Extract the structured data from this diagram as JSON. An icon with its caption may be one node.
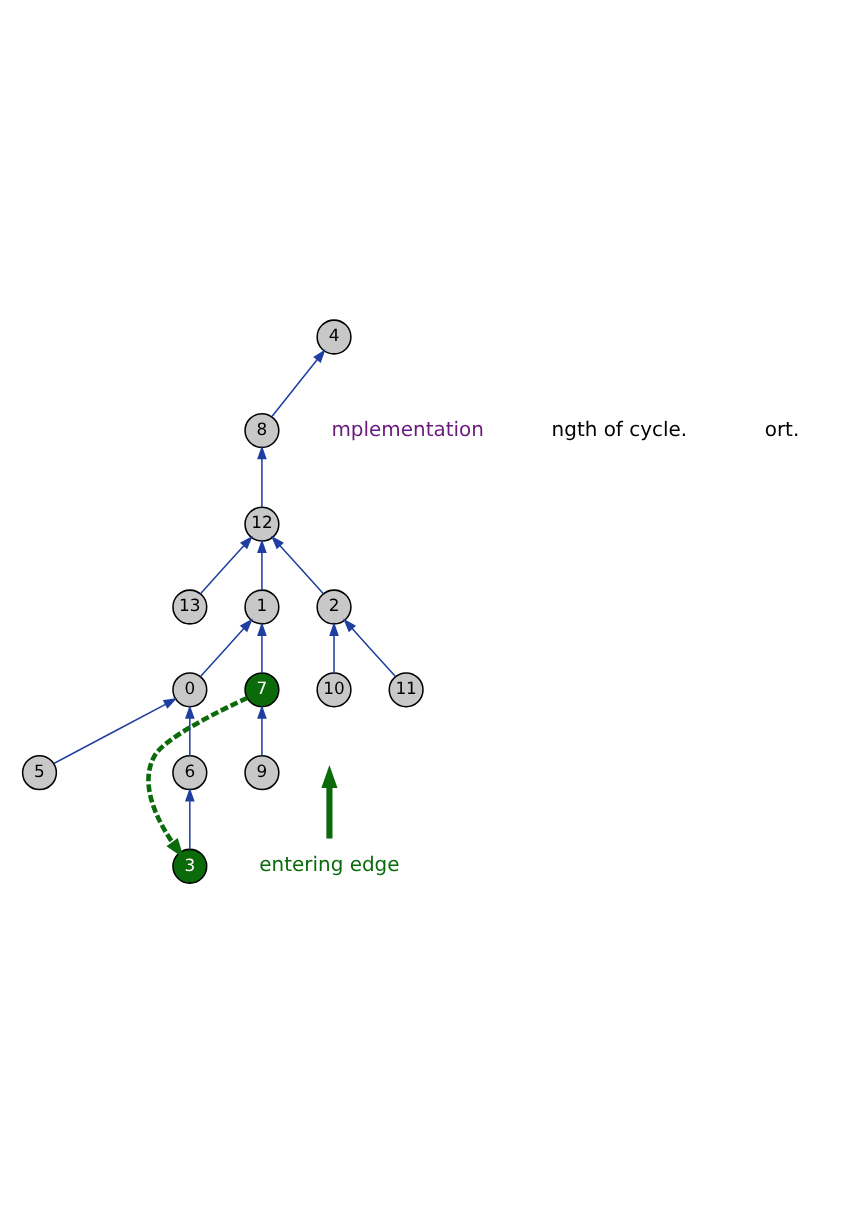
{
  "diagram": {
    "nodes": [
      {
        "text": [
          "4"
        ]
      },
      {
        "text": [
          "8"
        ]
      },
      {
        "text": [
          "12"
        ]
      },
      {
        "text": [
          "13"
        ]
      },
      {
        "text": [
          "1"
        ]
      },
      {
        "text": [
          "2"
        ]
      },
      {
        "text": [
          "0"
        ]
      },
      {
        "text": [
          "7"
        ]
      },
      {
        "text": [
          "10"
        ]
      },
      {
        "text": [
          "11"
        ]
      },
      {
        "text": [
          "5"
        ]
      },
      {
        "text": [
          "6"
        ]
      },
      {
        "text": [
          "9"
        ]
      },
      {
        "text": [
          "3"
        ]
      },
      {
        "text": [
          "entering edge"
        ]
      }
    ],
    "edges": [
      {
        "from": 1,
        "to": 0,
        "arrow": "to"
      },
      {
        "from": 2,
        "to": 1,
        "arrow": "to"
      },
      {
        "from": 3,
        "to": 2,
        "arrow": "to"
      },
      {
        "from": 4,
        "to": 2,
        "arrow": "to"
      },
      {
        "from": 5,
        "to": 2,
        "arrow": "to"
      },
      {
        "from": 6,
        "to": 4,
        "arrow": "to"
      },
      {
        "from": 7,
        "to": 4,
        "arrow": "to"
      },
      {
        "from": 8,
        "to": 5,
        "arrow": "to"
      },
      {
        "from": 9,
        "to": 5,
        "arrow": "to"
      },
      {
        "from": 10,
        "to": 6,
        "arrow": "to"
      },
      {
        "from": 11,
        "to": 6,
        "arrow": "to"
      },
      {
        "from": 13,
        "to": 11,
        "arrow": "to"
      },
      {
        "from": 12,
        "to": 7,
        "arrow": "to"
      },
      {
        "from": 7,
        "to": 13,
        "arrow": "to",
        "style": "dashed",
        "color": "#0b6b0b"
      },
      {
        "from": 14,
        "to": null,
        "arrow": "to",
        "style": "thick",
        "color": "#0b6b0b"
      }
    ],
    "labels": [
      "mplementation",
      "ngth of cycle.",
      "ort."
    ]
  }
}
